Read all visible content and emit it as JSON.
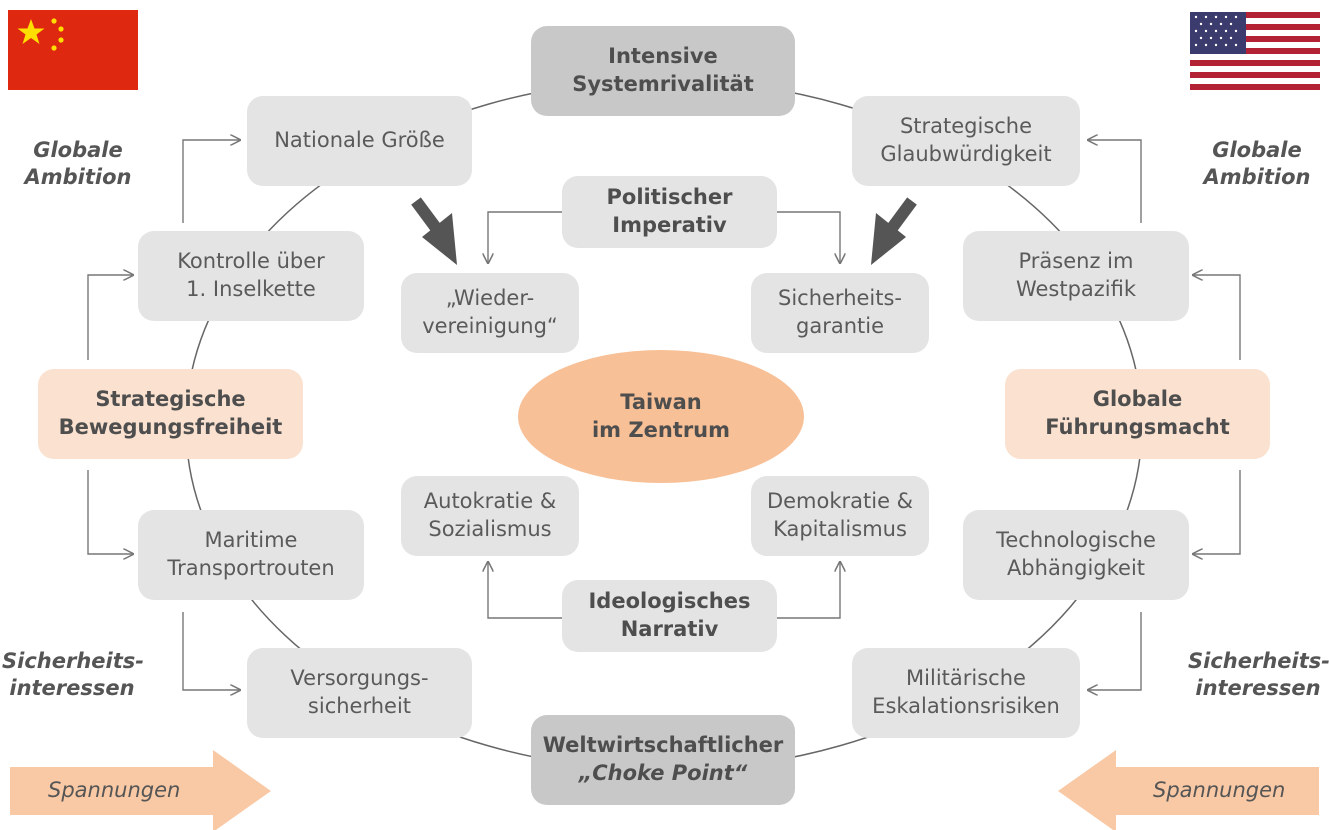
{
  "center": "Taiwan\nim Zentrum",
  "top": {
    "intensive": "Intensive\nSystemrivalität",
    "choke_a": "Weltwirtschaftlicher",
    "choke_b": "„Choke Point“"
  },
  "china": {
    "nationale_groesse": "Nationale Größe",
    "kontrolle": "Kontrolle über\n1. Inselkette",
    "bewegungsfreiheit": "Strategische\nBewegungsfreiheit",
    "maritime": "Maritime\nTransportrouten",
    "versorgung": "Versorgungs-\nsicherheit",
    "wiedervereinigung": "„Wieder-\nvereinigung“",
    "autokratie": "Autokratie &\nSozialismus",
    "globale_ambition": "Globale\nAmbition",
    "sicherheitsinteressen": "Sicherheits-\ninteressen",
    "spannungen": "Spannungen"
  },
  "usa": {
    "glaubwuerdigkeit": "Strategische\nGlaubwürdigkeit",
    "praesenz": "Präsenz im\nWestpazifik",
    "fuehrungsmacht": "Globale\nFührungsmacht",
    "technologie": "Technologische\nAbhängigkeit",
    "eskalation": "Militärische\nEskalationsrisiken",
    "garantie": "Sicherheits-\ngarantie",
    "demokratie": "Demokratie &\nKapitalismus",
    "globale_ambition": "Globale\nAmbition",
    "sicherheitsinteressen": "Sicherheits-\ninteressen",
    "spannungen": "Spannungen"
  },
  "politisch": "Politischer\nImperativ",
  "ideologisch": "Ideologisches\nNarrativ",
  "colors": {
    "box": "#e4e4e4",
    "box_dark": "#c8c8c8",
    "box_peach": "#fbe1cf",
    "ellipse": "#f8c097",
    "big_arrow": "#f9c9a5",
    "china_red": "#de2910",
    "china_star": "#ffde00",
    "usa_red": "#b22234",
    "usa_blue": "#3c3b6e"
  }
}
